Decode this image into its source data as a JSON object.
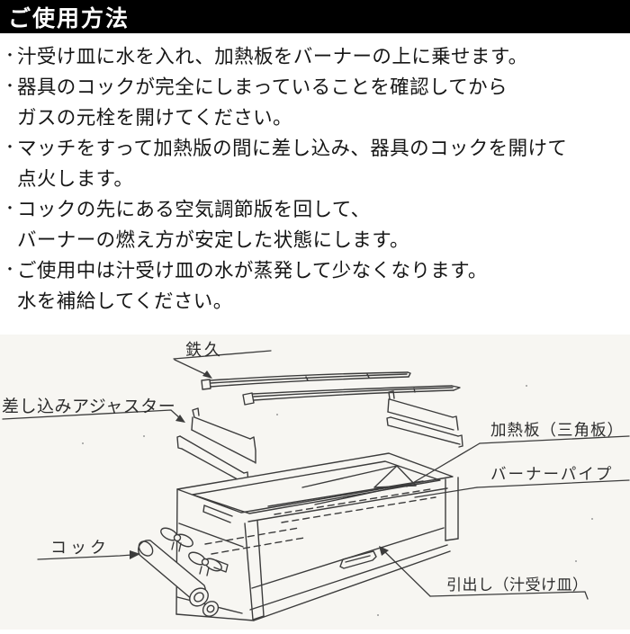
{
  "header": {
    "title": "ご使用方法"
  },
  "bullet_char": "・",
  "instructions": [
    {
      "lines": [
        "汁受け皿に水を入れ、加熱板をバーナーの上に乗せます。"
      ]
    },
    {
      "lines": [
        "器具のコックが完全にしまっていることを確認してから",
        "ガスの元栓を開けてください。"
      ]
    },
    {
      "lines": [
        "マッチをすって加熱版の間に差し込み、器具のコックを開けて",
        "点火します。"
      ]
    },
    {
      "lines": [
        "コックの先にある空気調節版を回して、",
        "バーナーの燃え方が安定した状態にします。"
      ]
    },
    {
      "lines": [
        "ご使用中は汁受け皿の水が蒸発して少なくなります。",
        "水を補給してください。"
      ]
    }
  ],
  "diagram": {
    "labels": {
      "grill_rack": "鉄久",
      "insert_adjuster": "差し込みアジャスター",
      "heating_plate": "加熱板（三角板）",
      "burner_pipe": "バーナーパイプ",
      "cock": "コック",
      "drawer_drip_tray": "引出し（汁受け皿）"
    }
  },
  "colors": {
    "header_bg": "#000000",
    "header_text": "#ffffff",
    "body_text": "#161616",
    "line_art": "#3c3c3c",
    "diagram_bg": "#f7f6f2"
  }
}
